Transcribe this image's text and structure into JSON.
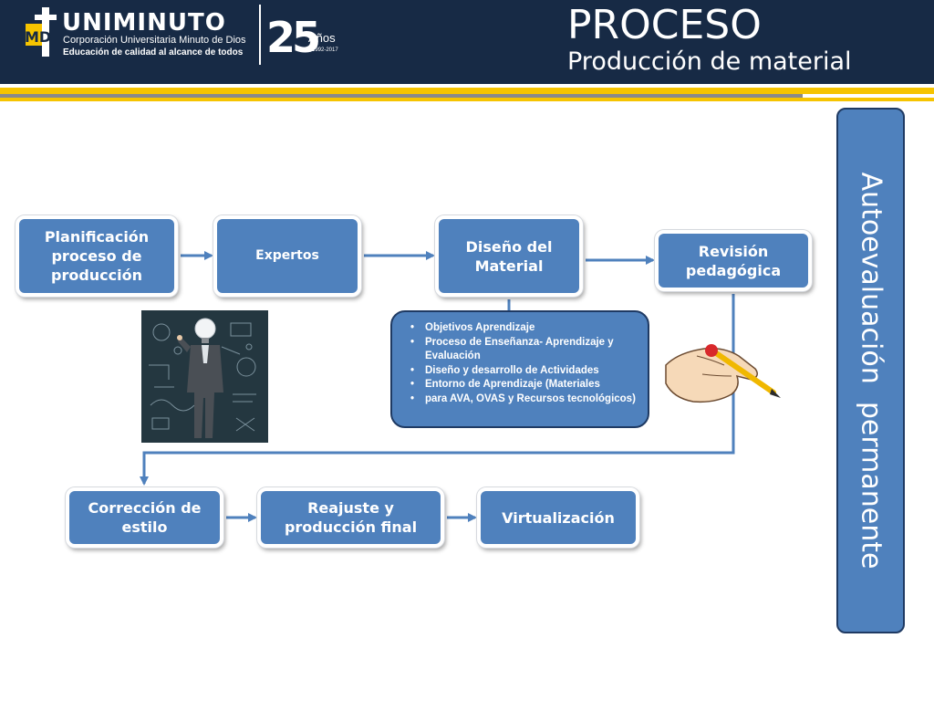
{
  "header": {
    "brand_name": "UNIMINUTO",
    "brand_line1": "Corporación Universitaria Minuto de Dios",
    "brand_line2": "Educación de calidad al alcance de todos",
    "logo_letters": "MD",
    "anniversary_number": "25",
    "anniversary_word": "Años",
    "anniversary_years": "1992-2017",
    "title": "PROCESO",
    "subtitle": "Producción de material"
  },
  "flow": {
    "step1": "Planificación proceso de producción",
    "step2": "Expertos",
    "step3": "Diseño del Material",
    "step4": "Revisión pedagógica",
    "step5": "Corrección de estilo",
    "step6": "Reajuste y producción final",
    "step7": "Virtualización"
  },
  "design_details": {
    "items": [
      "Objetivos Aprendizaje",
      "Proceso de Enseñanza- Aprendizaje y Evaluación",
      "Diseño y desarrollo de Actividades",
      "Entorno de Aprendizaje (Materiales",
      "para AVA, OVAS y Recursos tecnológicos)"
    ]
  },
  "side_panel": {
    "label": "Autoevaluación  permanente"
  },
  "colors": {
    "header_bg": "#172a45",
    "box_fill": "#4f81bd",
    "accent_yellow": "#f6c400",
    "border_dark": "#1f3a63"
  }
}
